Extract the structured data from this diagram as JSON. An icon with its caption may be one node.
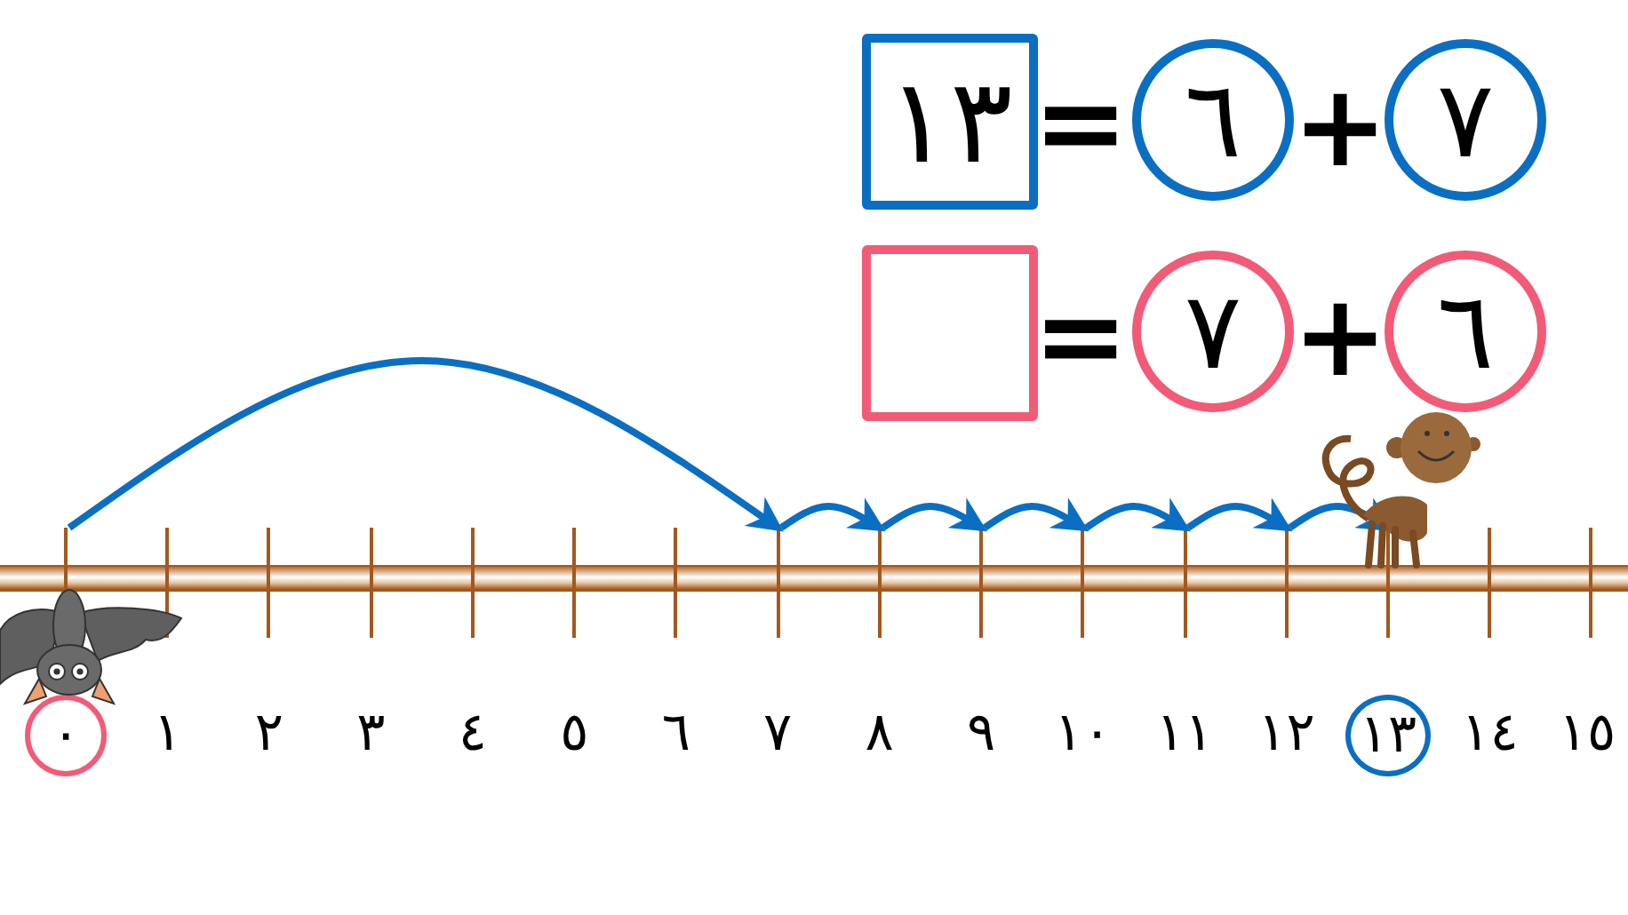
{
  "diagram": {
    "nodes": [
      {
        "text": [
          "١٣"
        ]
      },
      {
        "text": [
          "٦"
        ]
      },
      {
        "text": [
          "٧"
        ]
      },
      {
        "text": [],
        "shape": "box"
      },
      {
        "text": [
          "٧"
        ]
      },
      {
        "text": [
          "٦"
        ]
      },
      {
        "text": [],
        "shape": "bar"
      },
      {
        "text": [],
        "shape": "bar"
      },
      {
        "text": [],
        "shape": "bar"
      },
      {
        "text": [],
        "shape": "bar"
      },
      {
        "text": [],
        "shape": "bar"
      },
      {
        "text": [],
        "shape": "bar"
      },
      {
        "text": [],
        "shape": "bar"
      },
      {
        "text": [],
        "shape": "bar"
      },
      {
        "text": [],
        "shape": "bar"
      },
      {
        "text": [],
        "shape": "bar"
      },
      {
        "text": [],
        "shape": "bar"
      },
      {
        "text": [],
        "shape": "bar"
      },
      {
        "text": [],
        "shape": "bar"
      },
      {
        "text": [],
        "shape": "bar"
      },
      {
        "text": [],
        "shape": "bar"
      },
      {
        "text": [],
        "shape": "bar"
      },
      {
        "text": [
          "٠"
        ]
      },
      {
        "text": [
          "١٣"
        ]
      },
      {
        "text": [],
        "shape": "bar"
      }
    ],
    "edges": [
      {
        "from": 6,
        "to": 13,
        "arrow": "to"
      },
      {
        "from": 13,
        "to": 14,
        "arrow": "to"
      },
      {
        "from": 14,
        "to": 15,
        "arrow": "to"
      },
      {
        "from": 15,
        "to": 16,
        "arrow": "to"
      },
      {
        "from": 16,
        "to": 17,
        "arrow": "to"
      },
      {
        "from": 17,
        "to": 18,
        "arrow": "to"
      },
      {
        "from": 18,
        "to": 19,
        "arrow": "to"
      }
    ],
    "labels": [
      "=",
      "+",
      "=",
      "+",
      "١",
      "٢",
      "٣",
      "٤",
      "٥",
      "٦",
      "٧",
      "٨",
      "٩",
      "١٠",
      "١١",
      "١٢",
      "١٤",
      "١٥"
    ]
  }
}
